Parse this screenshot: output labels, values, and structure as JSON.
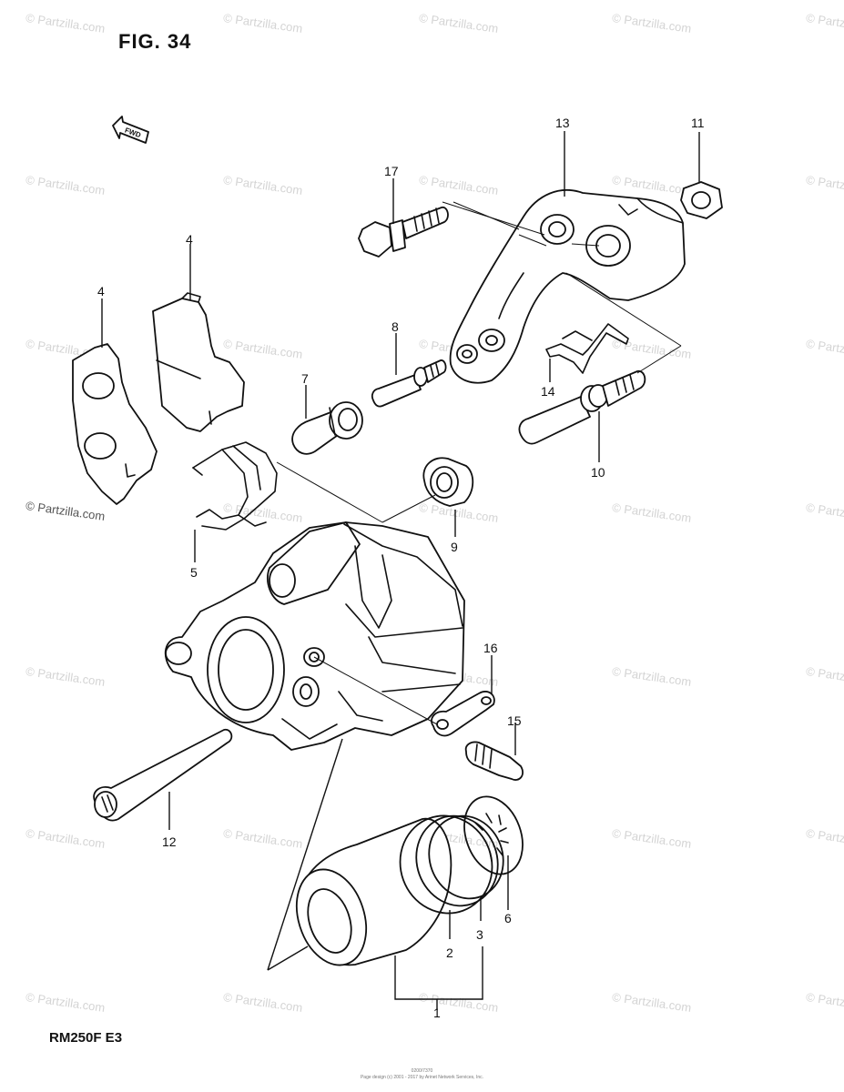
{
  "figure": {
    "title": "FIG. 34",
    "model": "RM250F  E3",
    "direction_label": "FWD",
    "footer_id": "0200/7370",
    "footer_credit": "Page design (c) 2001 - 2017 by Arinet Network Services, Inc."
  },
  "watermark": {
    "text": "© Partzilla.com"
  },
  "callouts": [
    {
      "id": "part-1",
      "label": "1"
    },
    {
      "id": "part-2",
      "label": "2"
    },
    {
      "id": "part-3",
      "label": "3"
    },
    {
      "id": "part-4a",
      "label": "4"
    },
    {
      "id": "part-4b",
      "label": "4"
    },
    {
      "id": "part-5",
      "label": "5"
    },
    {
      "id": "part-6",
      "label": "6"
    },
    {
      "id": "part-7",
      "label": "7"
    },
    {
      "id": "part-8",
      "label": "8"
    },
    {
      "id": "part-9",
      "label": "9"
    },
    {
      "id": "part-10",
      "label": "10"
    },
    {
      "id": "part-11",
      "label": "11"
    },
    {
      "id": "part-12",
      "label": "12"
    },
    {
      "id": "part-13",
      "label": "13"
    },
    {
      "id": "part-14",
      "label": "14"
    },
    {
      "id": "part-15",
      "label": "15"
    },
    {
      "id": "part-16",
      "label": "16"
    },
    {
      "id": "part-17",
      "label": "17"
    }
  ]
}
